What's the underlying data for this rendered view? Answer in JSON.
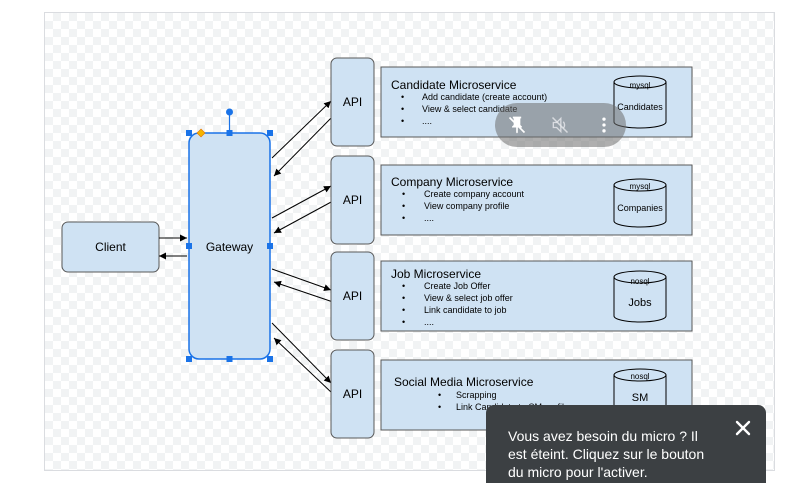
{
  "diagram": {
    "client": "Client",
    "gateway": "Gateway",
    "api_label": "API",
    "services": [
      {
        "title": "Candidate Microservice",
        "bullets": [
          "Add candidate (create account)",
          "View & select candidate",
          "...."
        ],
        "db_type": "mysql",
        "db_name": "Candidates"
      },
      {
        "title": "Company Microservice",
        "bullets": [
          "Create company account",
          "View company profile",
          "...."
        ],
        "db_type": "mysql",
        "db_name": "Companies"
      },
      {
        "title": "Job Microservice",
        "bullets": [
          "Create Job Offer",
          "View & select job offer",
          "Link candidate to job",
          "...."
        ],
        "db_type": "nosql",
        "db_name": "Jobs"
      },
      {
        "title": "Social Media Microservice",
        "bullets": [
          "Scrapping",
          "Link Candidate to SM profile"
        ],
        "db_type": "nosql",
        "db_name": "SM"
      }
    ]
  },
  "meeting_controls": {
    "icons": [
      "pin-off-icon",
      "mute-speaker-icon",
      "more-vert-icon"
    ]
  },
  "toast": {
    "message": "Vous avez besoin du micro ? Il est éteint. Cliquez sur le bouton du micro pour l'activer."
  },
  "colors": {
    "box_fill": "#cfe2f3",
    "selection": "#1a73e8",
    "toast_bg": "#3c4043"
  }
}
